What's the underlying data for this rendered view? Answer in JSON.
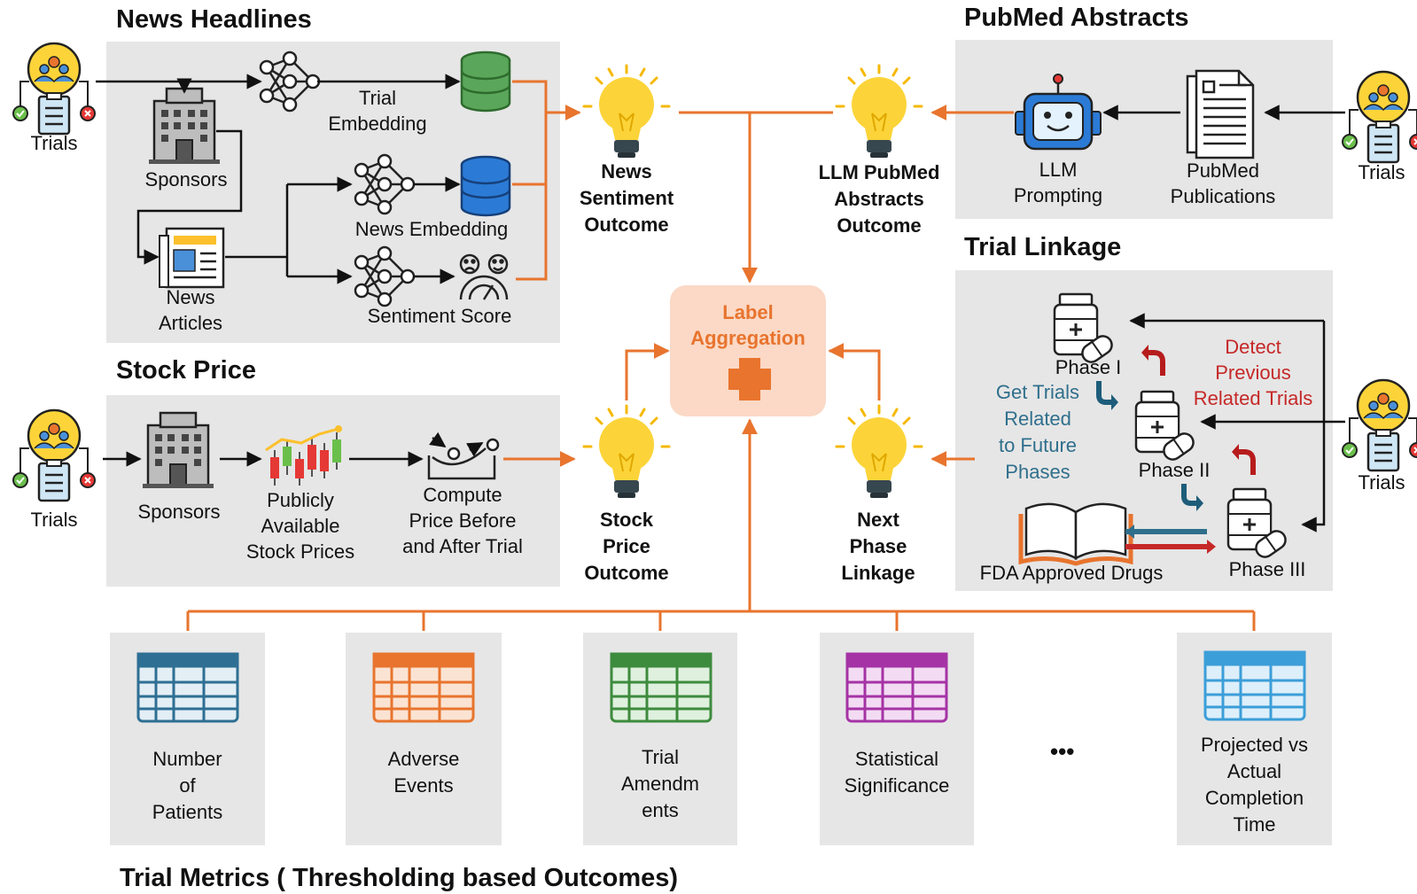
{
  "sections": {
    "news_headlines": "News Headlines",
    "pubmed_abstracts": "PubMed Abstracts",
    "trial_linkage": "Trial Linkage",
    "stock_price": "Stock Price",
    "trial_metrics": "Trial Metrics ( Thresholding based Outcomes)"
  },
  "news": {
    "trials": "Trials",
    "sponsors": "Sponsors",
    "news_articles": [
      "News",
      "Articles"
    ],
    "trial_embedding": [
      "Trial",
      "Embedding"
    ],
    "news_embedding": "News Embedding",
    "sentiment_score": "Sentiment Score"
  },
  "pubmed": {
    "llm_prompting": [
      "LLM",
      "Prompting"
    ],
    "pubmed_publications": [
      "PubMed",
      "Publications"
    ],
    "trials": "Trials"
  },
  "outcomes": {
    "news_sentiment": [
      "News",
      "Sentiment",
      "Outcome"
    ],
    "llm_pubmed": [
      "LLM PubMed",
      "Abstracts",
      "Outcome"
    ],
    "stock_price": [
      "Stock",
      "Price",
      "Outcome"
    ],
    "next_phase": [
      "Next",
      "Phase",
      "Linkage"
    ]
  },
  "aggregation": {
    "label": [
      "Label",
      "Aggregation"
    ]
  },
  "linkage": {
    "phase1": "Phase I",
    "phase2": "Phase II",
    "phase3": "Phase III",
    "get_trials": [
      "Get Trials",
      "Related",
      "to Future",
      "Phases"
    ],
    "detect_previous": [
      "Detect",
      "Previous",
      "Related Trials"
    ],
    "fda": "FDA Approved Drugs",
    "trials": "Trials"
  },
  "stock": {
    "trials": "Trials",
    "sponsors": "Sponsors",
    "public_prices": [
      "Publicly",
      "Available",
      "Stock Prices"
    ],
    "compute": [
      "Compute",
      "Price Before",
      "and After Trial"
    ]
  },
  "metrics": [
    {
      "label": [
        "Number",
        "of",
        "Patients"
      ],
      "color": "#2e6f93"
    },
    {
      "label": [
        "Adverse",
        "Events"
      ],
      "color": "#e8742e"
    },
    {
      "label": [
        "Trial",
        "Amendm",
        "ents"
      ],
      "color": "#3d8b3d"
    },
    {
      "label": [
        "Statistical",
        "Significance"
      ],
      "color": "#a533a5"
    },
    {
      "label": [
        "Projected vs",
        "Actual",
        "Completion",
        "Time"
      ],
      "color": "#3c9ed8"
    }
  ],
  "ellipsis": "•••",
  "colors": {
    "orange": "#e8742e",
    "panel": "#e6e6e6",
    "aggregation_fill": "#fbd9c6",
    "blue_text": "#2f6f8c",
    "red_text": "#c62828"
  }
}
